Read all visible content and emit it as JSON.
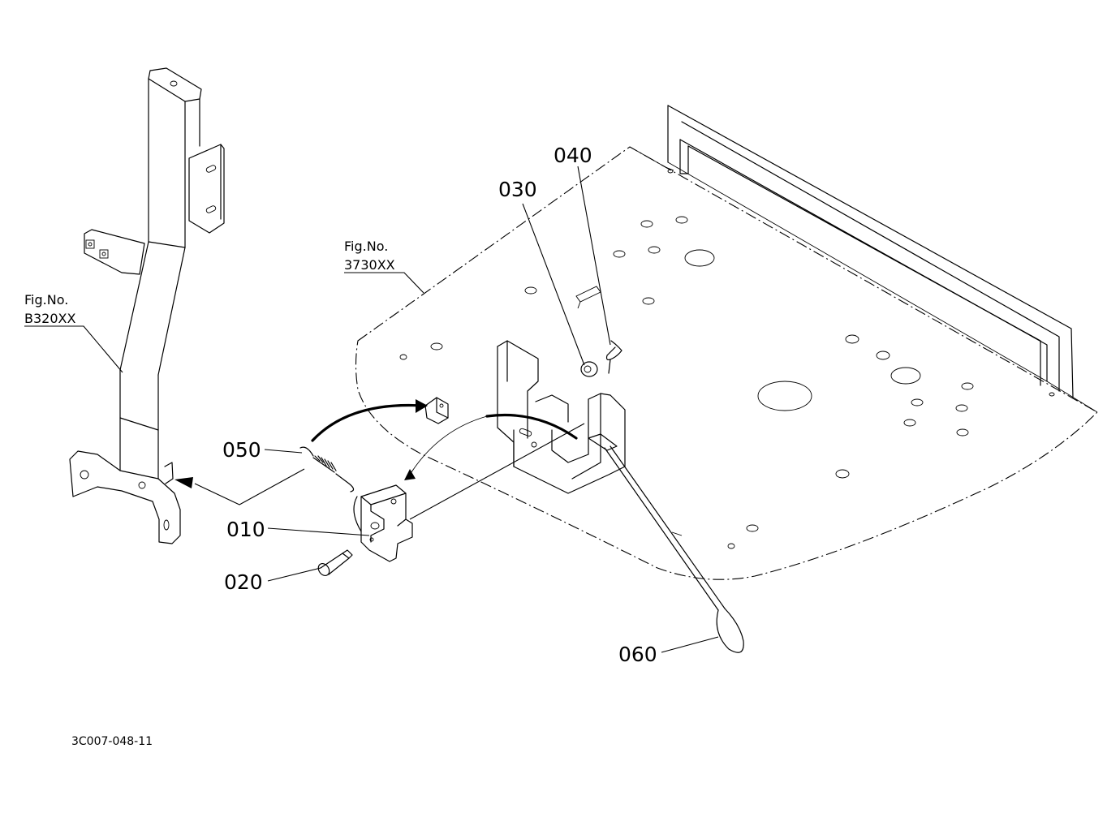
{
  "parts": [
    {
      "id": "p010",
      "number": "010"
    },
    {
      "id": "p020",
      "number": "020"
    },
    {
      "id": "p030",
      "number": "030"
    },
    {
      "id": "p040",
      "number": "040"
    },
    {
      "id": "p050",
      "number": "050"
    },
    {
      "id": "p060",
      "number": "060"
    }
  ],
  "references": {
    "frame": {
      "line1": "Fig.No.",
      "line2": "B320XX"
    },
    "plate": {
      "line1": "Fig.No.",
      "line2": "3730XX"
    }
  },
  "drawing_code": "3C007-048-11"
}
